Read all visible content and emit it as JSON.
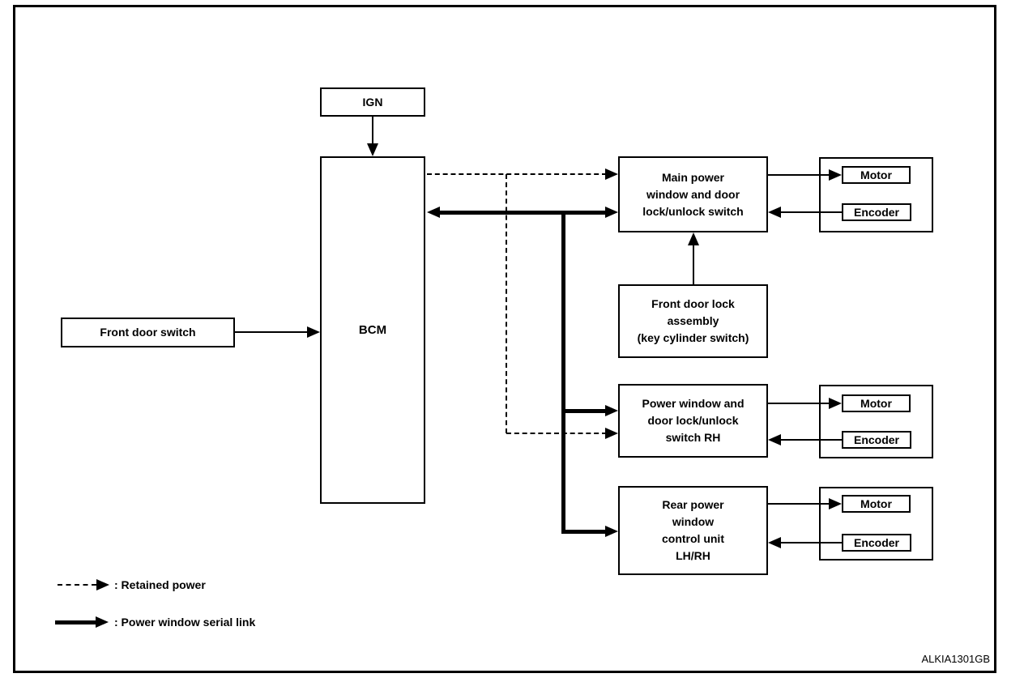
{
  "diagram": {
    "figure_id": "ALKIA1301GB",
    "colors": {
      "line": "#000000",
      "background": "#ffffff"
    },
    "blocks": {
      "ign": "IGN",
      "bcm": "BCM",
      "front_door_switch": "Front door switch",
      "main_power_window_switch": "Main power\nwindow and door\nlock/unlock switch",
      "front_door_lock_assembly": "Front door lock\nassembly\n(key cylinder switch)",
      "power_window_switch_rh": "Power window and\ndoor lock/unlock\nswitch RH",
      "rear_power_window_control_unit": "Rear power\nwindow\ncontrol unit\nLH/RH",
      "motor": "Motor",
      "encoder": "Encoder"
    },
    "legend": [
      {
        "style": "dashed-arrow",
        "label": ": Retained power"
      },
      {
        "style": "thick-arrow",
        "label": ": Power window serial link"
      }
    ]
  }
}
